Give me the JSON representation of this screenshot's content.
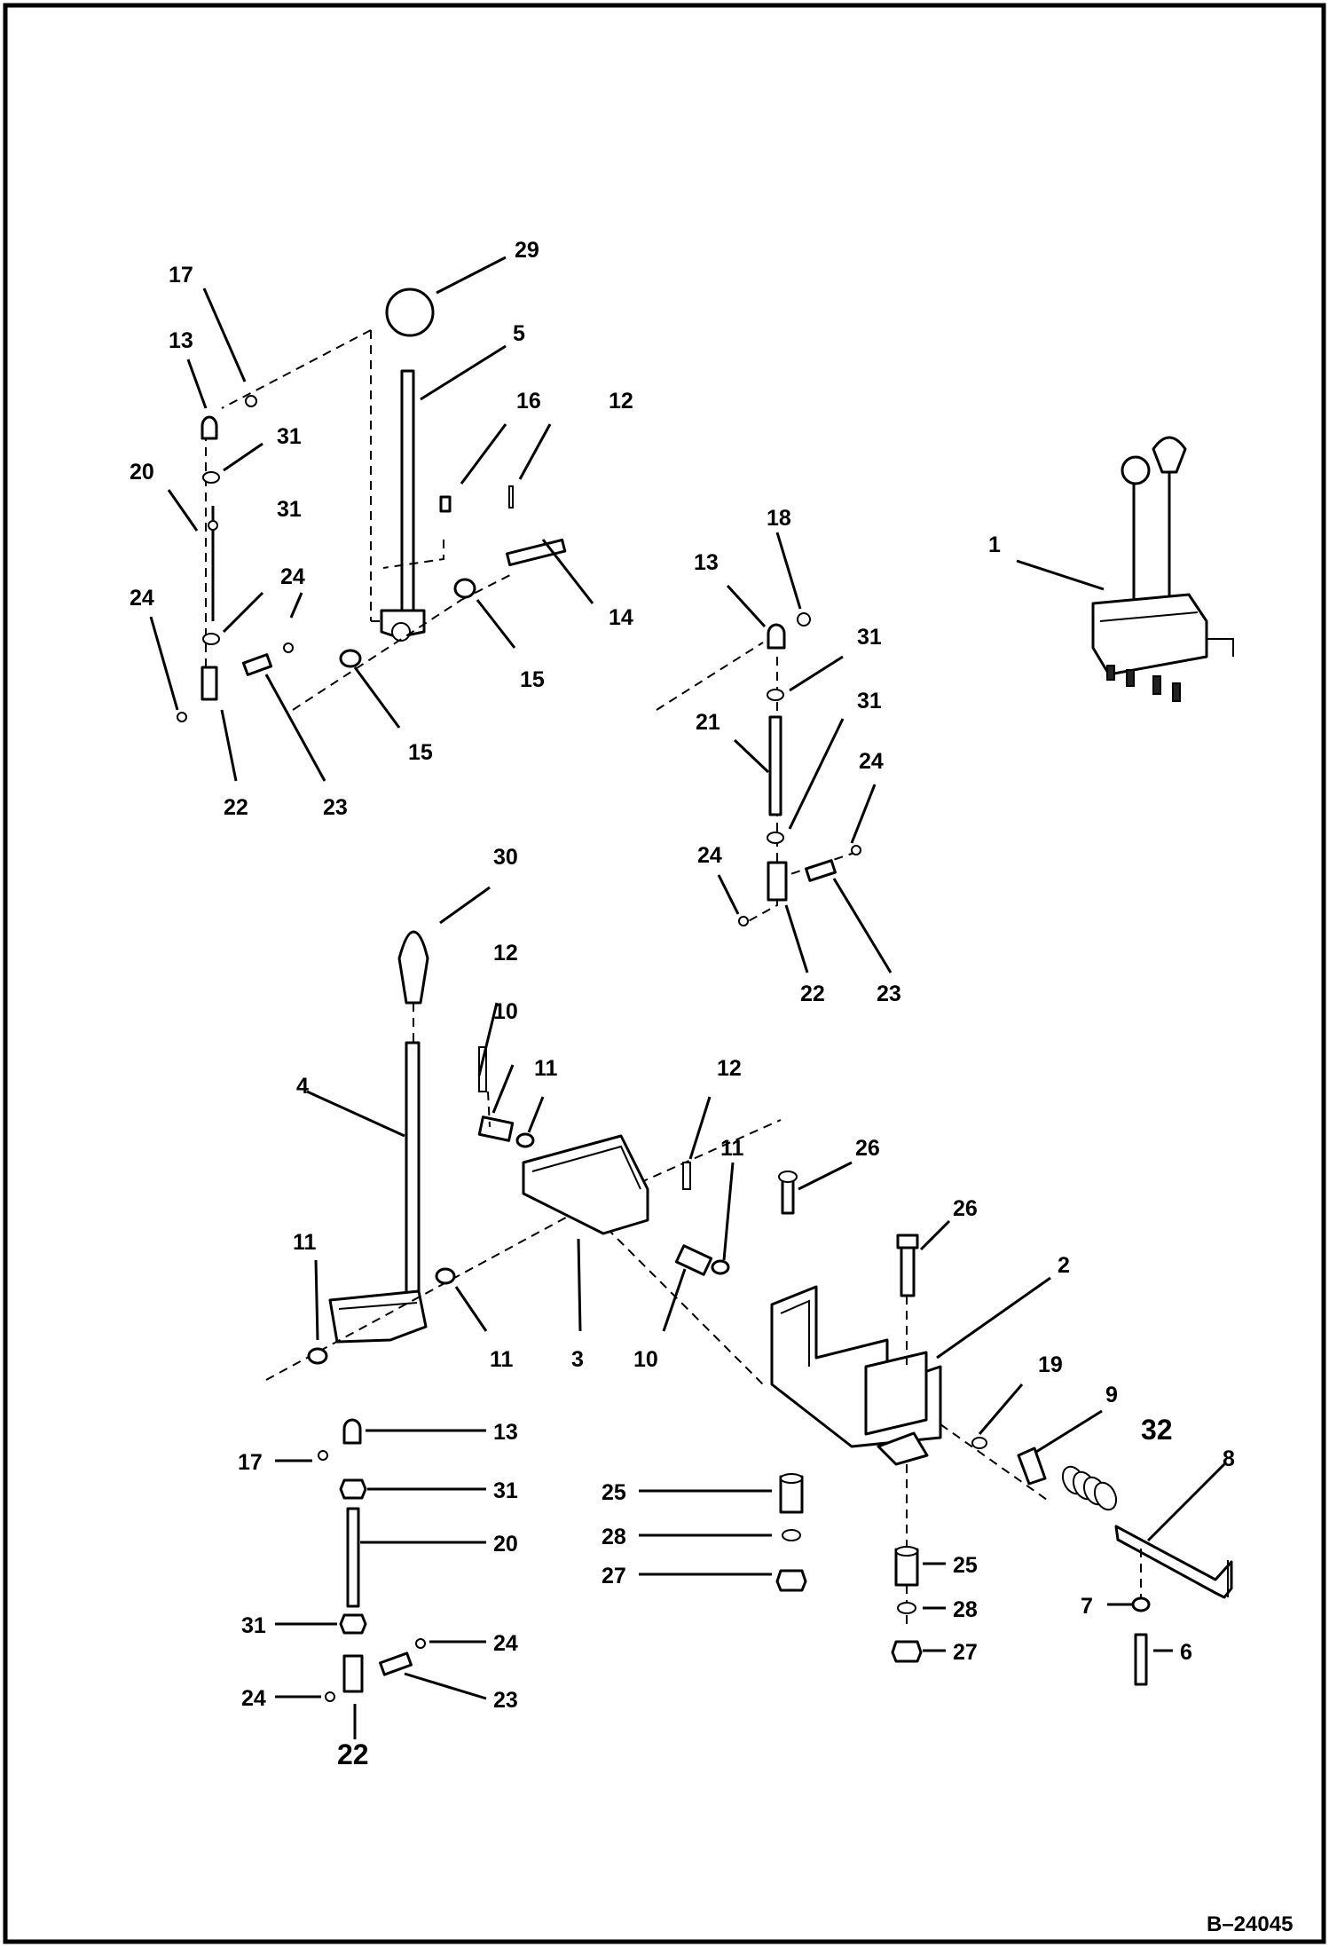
{
  "drawing_number": "B–24045",
  "callouts": [
    {
      "id": "c29",
      "text": "29"
    },
    {
      "id": "c17a",
      "text": "17"
    },
    {
      "id": "c13a",
      "text": "13"
    },
    {
      "id": "c5",
      "text": "5"
    },
    {
      "id": "c16",
      "text": "16"
    },
    {
      "id": "c12a",
      "text": "12"
    },
    {
      "id": "c31a",
      "text": "31"
    },
    {
      "id": "c20a",
      "text": "20"
    },
    {
      "id": "c31b",
      "text": "31"
    },
    {
      "id": "c24a",
      "text": "24"
    },
    {
      "id": "c24b",
      "text": "24"
    },
    {
      "id": "c14",
      "text": "14"
    },
    {
      "id": "c15a",
      "text": "15"
    },
    {
      "id": "c15b",
      "text": "15"
    },
    {
      "id": "c22a",
      "text": "22"
    },
    {
      "id": "c23a",
      "text": "23"
    },
    {
      "id": "c18",
      "text": "18"
    },
    {
      "id": "c13b",
      "text": "13"
    },
    {
      "id": "c31c",
      "text": "31"
    },
    {
      "id": "c21",
      "text": "21"
    },
    {
      "id": "c31d",
      "text": "31"
    },
    {
      "id": "c24c",
      "text": "24"
    },
    {
      "id": "c24d",
      "text": "24"
    },
    {
      "id": "c22b",
      "text": "22"
    },
    {
      "id": "c23b",
      "text": "23"
    },
    {
      "id": "c1",
      "text": "1"
    },
    {
      "id": "c30",
      "text": "30"
    },
    {
      "id": "c12b",
      "text": "12"
    },
    {
      "id": "c10a",
      "text": "10"
    },
    {
      "id": "c11a",
      "text": "11"
    },
    {
      "id": "c4",
      "text": "4"
    },
    {
      "id": "c12c",
      "text": "12"
    },
    {
      "id": "c11b",
      "text": "11"
    },
    {
      "id": "c26a",
      "text": "26"
    },
    {
      "id": "c26b",
      "text": "26"
    },
    {
      "id": "c2",
      "text": "2"
    },
    {
      "id": "c11c",
      "text": "11"
    },
    {
      "id": "c11d",
      "text": "11"
    },
    {
      "id": "c3",
      "text": "3"
    },
    {
      "id": "c10b",
      "text": "10"
    },
    {
      "id": "c19",
      "text": "19"
    },
    {
      "id": "c9",
      "text": "9"
    },
    {
      "id": "c32",
      "text": "32"
    },
    {
      "id": "c8",
      "text": "8"
    },
    {
      "id": "c13c",
      "text": "13"
    },
    {
      "id": "c17b",
      "text": "17"
    },
    {
      "id": "c31e",
      "text": "31"
    },
    {
      "id": "c20b",
      "text": "20"
    },
    {
      "id": "c31f",
      "text": "31"
    },
    {
      "id": "c24e",
      "text": "24"
    },
    {
      "id": "c23c",
      "text": "23"
    },
    {
      "id": "c24f",
      "text": "24"
    },
    {
      "id": "c22c",
      "text": "22"
    },
    {
      "id": "c25a",
      "text": "25"
    },
    {
      "id": "c28a",
      "text": "28"
    },
    {
      "id": "c27a",
      "text": "27"
    },
    {
      "id": "c25b",
      "text": "25"
    },
    {
      "id": "c28b",
      "text": "28"
    },
    {
      "id": "c27b",
      "text": "27"
    },
    {
      "id": "c7",
      "text": "7"
    },
    {
      "id": "c6",
      "text": "6"
    }
  ]
}
